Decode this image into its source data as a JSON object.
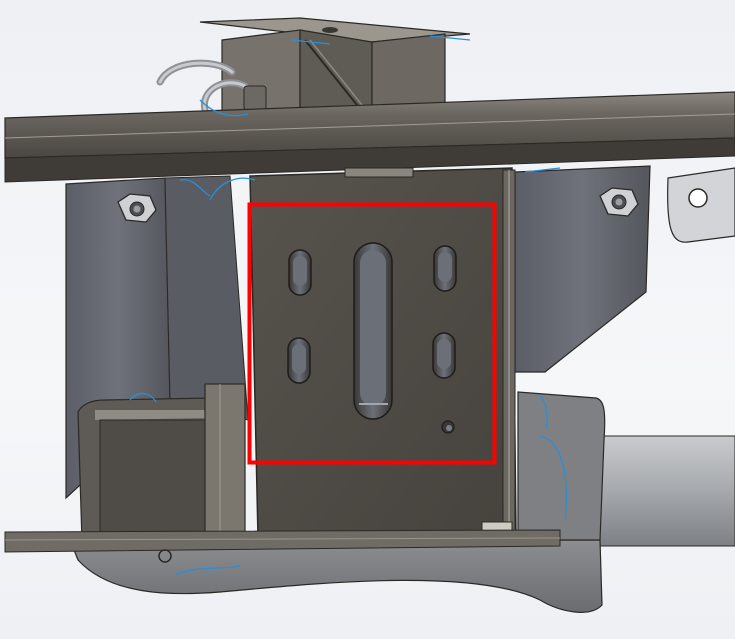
{
  "viewport": {
    "background_color": "#f2f3f6"
  },
  "model": {
    "frame_color": "#5e5a55",
    "plate_color": "#4f4b46",
    "bracket_color": "#6b6e76",
    "edge_color": "#2b2926",
    "sketch_line_color": "#2a8fd6"
  },
  "selection": {
    "highlight_color": "#ff0000",
    "shape": "rectangle",
    "slot_count": 5,
    "hole_count": 1
  }
}
